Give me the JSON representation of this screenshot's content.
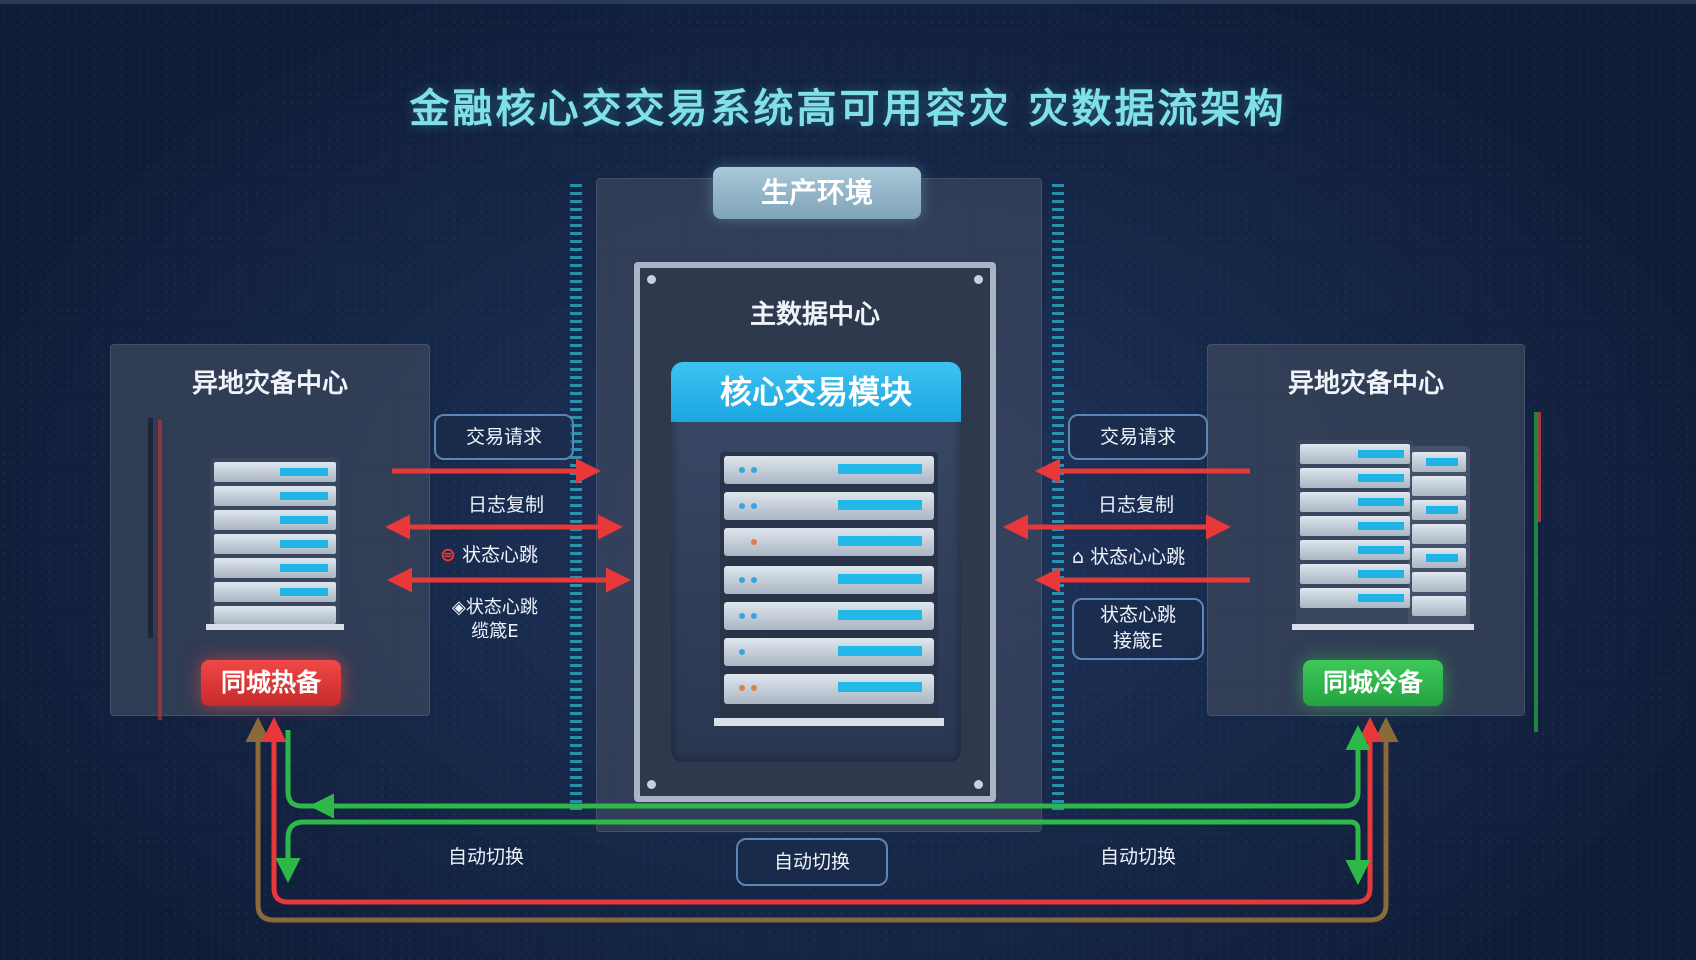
{
  "title": "金融核心交交易系统高可用容灾 灾数据流架构",
  "production": {
    "label": "生产环境",
    "main_dc": "主数据中心",
    "core_module": "核心交易模块"
  },
  "left_dc": {
    "title": "异地灾备中心",
    "badge": "同城热备",
    "flows": {
      "request": "交易请求",
      "log": "日志复制",
      "heartbeat": "状态心跳",
      "heartbeat2_line1": "状态心跳",
      "heartbeat2_line2": "缆箴E"
    }
  },
  "right_dc": {
    "title": "异地灾备中心",
    "badge": "同城冷备",
    "flows": {
      "request": "交易请求",
      "log": "日志复制",
      "heartbeat": "状态心心跳",
      "heartbeat2_line1": "状态心跳",
      "heartbeat2_line2": "接箴E"
    }
  },
  "failover": {
    "left": "自动切换",
    "center": "自动切换",
    "right": "自动切换"
  },
  "colors": {
    "title": "#7fe0e6",
    "arrow_red": "#e8383a",
    "arrow_green": "#2fb84a",
    "arrow_brown": "#8a6a3a",
    "accent_cyan": "#22b8e8"
  },
  "icons": [
    "server-rack-icon",
    "lock-icon",
    "signal-icon"
  ]
}
